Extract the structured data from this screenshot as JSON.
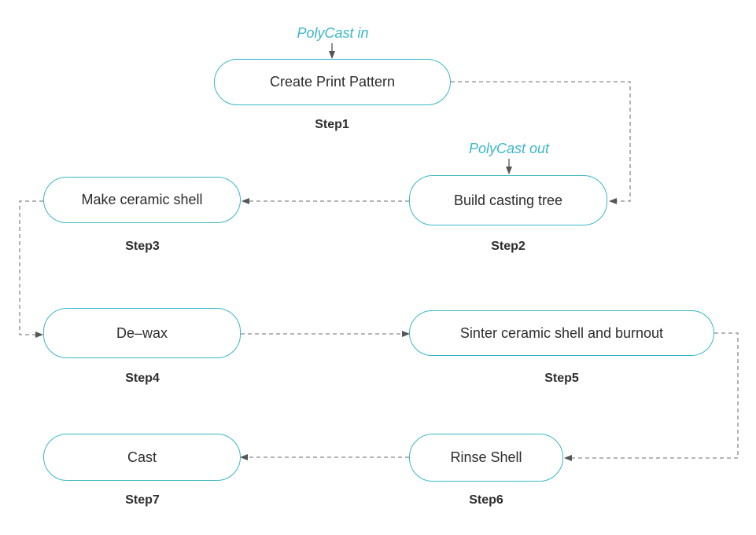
{
  "colors": {
    "node_border": "#3ab7c9",
    "polycast_text": "#3ab7c9",
    "connector": "#8a8a8a",
    "arrowhead": "#555555",
    "text": "#2d2d2d"
  },
  "polycast": {
    "in_label": "PolyCast in",
    "out_label": "PolyCast out"
  },
  "steps": [
    {
      "label": "Create Print Pattern",
      "step": "Step1"
    },
    {
      "label": "Build casting tree",
      "step": "Step2"
    },
    {
      "label": "Make ceramic shell",
      "step": "Step3"
    },
    {
      "label": "De–wax",
      "step": "Step4"
    },
    {
      "label": "Sinter ceramic shell and burnout",
      "step": "Step5"
    },
    {
      "label": "Rinse Shell",
      "step": "Step6"
    },
    {
      "label": "Cast",
      "step": "Step7"
    }
  ]
}
